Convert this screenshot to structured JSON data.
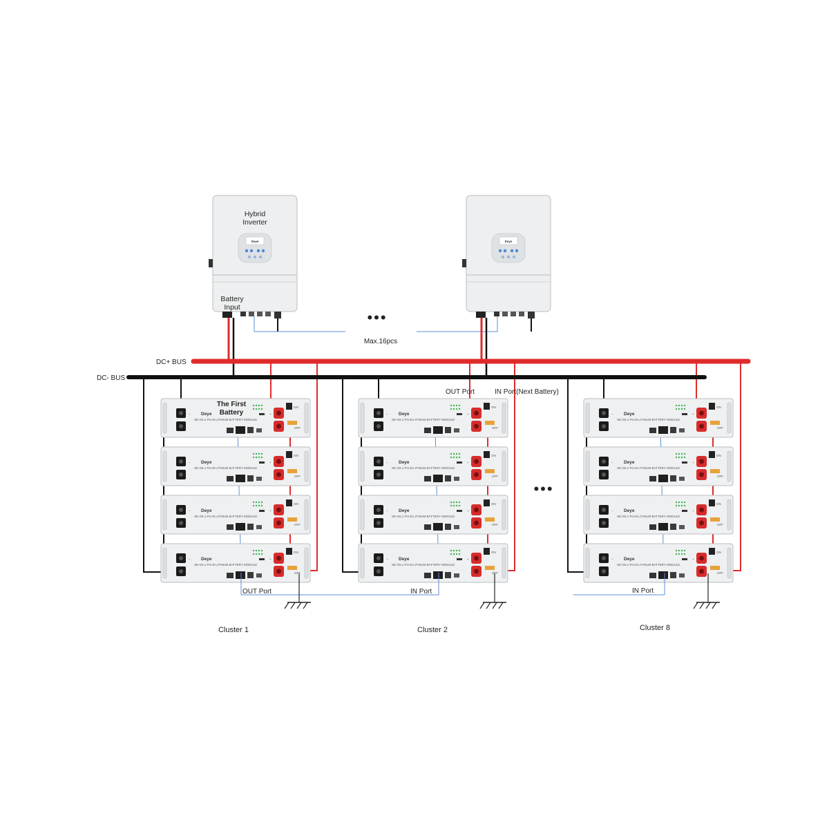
{
  "inverters": [
    {
      "title_line1": "Hybrid",
      "title_line2": "Inverter",
      "input_line1": "Battery",
      "input_line2": "Input",
      "screen_brand": "Deye"
    },
    {
      "title_line1": "",
      "title_line2": "",
      "input_line1": "",
      "input_line2": "",
      "screen_brand": "Deye"
    }
  ],
  "inverter_gap": {
    "ellipsis": "•••",
    "max_label": "Max.16pcs"
  },
  "bus": {
    "positive_label": "DC+  BUS",
    "negative_label": "DC-  BUS",
    "positive_color": "#e02b2b",
    "negative_color": "#111111"
  },
  "battery": {
    "brand": "Deye",
    "model": "SE-G5.1 Pro-B  LITHIUM BATTERY MODULE",
    "plus": "+",
    "minus": "−",
    "switch_on": "ON",
    "switch_off": "OFF"
  },
  "annotations": {
    "first_battery_line1": "The First",
    "first_battery_line2": "Battery",
    "out_port": "OUT Port",
    "in_port_next": "IN  Port(Next Battery)",
    "cluster1_out": "OUT Port",
    "cluster2_in": "IN Port",
    "cluster8_in": "IN Port"
  },
  "cluster_gap": {
    "ellipsis": "•••"
  },
  "clusters": [
    {
      "label": "Cluster 1"
    },
    {
      "label": "Cluster 2"
    },
    {
      "label": "Cluster 8"
    }
  ],
  "colors": {
    "positive_cable": "#e02b2b",
    "negative_cable": "#111111",
    "comm_cable": "#5b8fd6",
    "module_body": "#eef0f1",
    "inverter_body": "#eeeff0"
  }
}
